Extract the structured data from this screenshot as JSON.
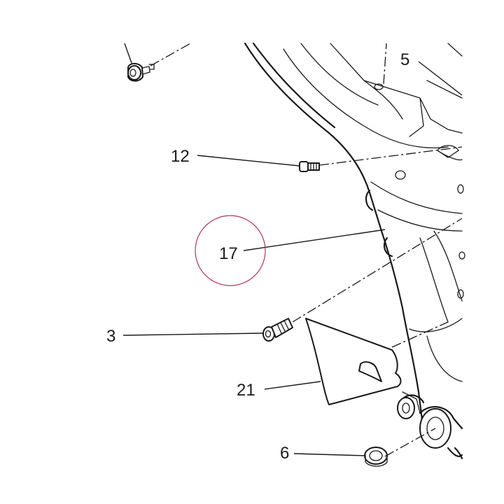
{
  "diagram": {
    "callouts": [
      {
        "id": "c5",
        "label": "5"
      },
      {
        "id": "c12",
        "label": "12"
      },
      {
        "id": "c17",
        "label": "17",
        "highlighted": true
      },
      {
        "id": "c3",
        "label": "3"
      },
      {
        "id": "c21",
        "label": "21"
      },
      {
        "id": "c6",
        "label": "6"
      }
    ],
    "highlight_color": "#b0345a",
    "line_color": "#1a1a1a"
  }
}
